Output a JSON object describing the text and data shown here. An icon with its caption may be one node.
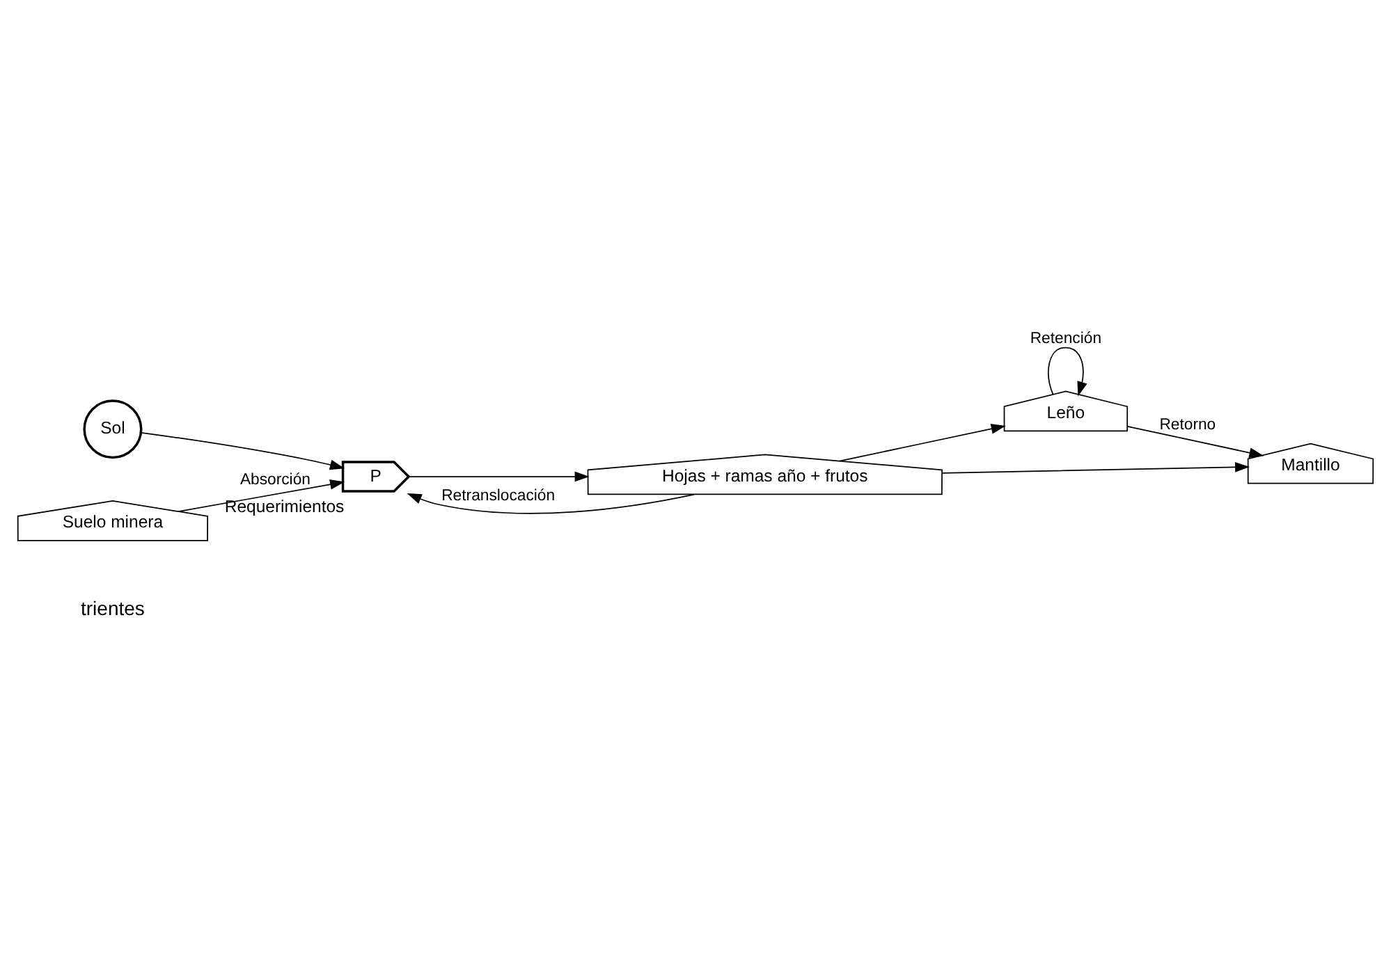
{
  "diagram": {
    "nodes": [
      {
        "text": [
          "Sol"
        ]
      },
      {
        "text": [
          "P"
        ],
        "beside": [
          "Requerimientos"
        ]
      },
      {
        "text": [
          "Hojas + ramas año + frutos"
        ]
      },
      {
        "text": [
          "Leño"
        ]
      },
      {
        "text": [
          "Mantillo"
        ]
      },
      {
        "text": [
          "Suelo minera"
        ]
      }
    ],
    "edges": [
      {
        "from": 0,
        "to": 1,
        "arrow": "to"
      },
      {
        "from": 1,
        "to": 2,
        "arrow": "to"
      },
      {
        "from": 2,
        "to": 1,
        "arrow": "to",
        "label": "Retranslocación"
      },
      {
        "from": 5,
        "to": 1,
        "arrow": "to",
        "label": "Absorción"
      },
      {
        "from": 2,
        "to": 3,
        "arrow": "to"
      },
      {
        "from": 2,
        "to": 4,
        "arrow": "to"
      },
      {
        "from": 3,
        "to": 4,
        "arrow": "to",
        "label": "Retorno"
      },
      {
        "from": 3,
        "to": 3,
        "arrow": "to",
        "label": "Retención"
      }
    ],
    "labels": [
      "trientes"
    ]
  }
}
